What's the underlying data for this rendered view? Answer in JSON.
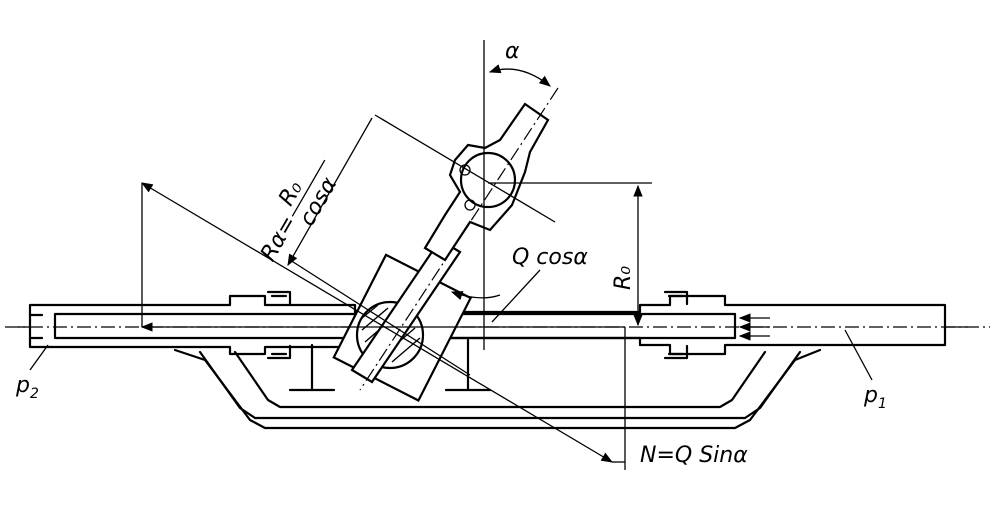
{
  "labels": {
    "alpha": "α",
    "r_alpha_formula": "Rα= R₀ / cosα",
    "r_alpha_lhs": "Rα=",
    "r_alpha_num": "R₀",
    "r_alpha_den": "cosα",
    "q_cos": "Q cosα",
    "r_zero": "R₀",
    "n_force": "N=Q Sinα",
    "p2": "p",
    "p2_sub": "2",
    "p1": "p",
    "p1_sub": "1"
  }
}
